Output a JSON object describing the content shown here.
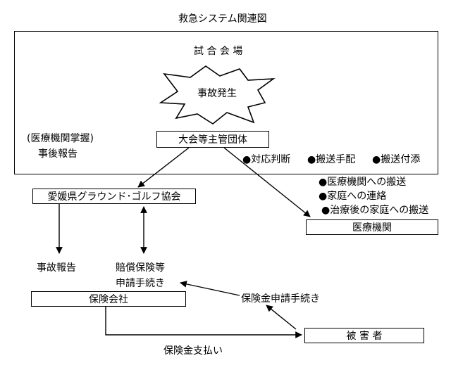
{
  "title": "救急システム関連図",
  "venue": "試 合 会 場",
  "incident": "事故発生",
  "organizer": "大会等主管団体",
  "left_note": {
    "line1": "(医療機関掌握)",
    "line2": "事後報告"
  },
  "organizer_actions": [
    "●対応判断",
    "●搬送手配",
    "●搬送付添"
  ],
  "hospital_actions": [
    "●医療機関への搬送",
    "●家庭への連絡",
    "●治療後の家庭への搬送"
  ],
  "association": "愛媛県グラウンド･ゴルフ協会",
  "hospital": "医療機関",
  "accident_report": "事故報告",
  "compensation": {
    "line1": "賠償保険等",
    "line2": "申請手続き"
  },
  "insurance_company": "保険会社",
  "insurance_claim": "保険金申請手続き",
  "victim": "被 害 者",
  "insurance_payment": "保険金支払い"
}
